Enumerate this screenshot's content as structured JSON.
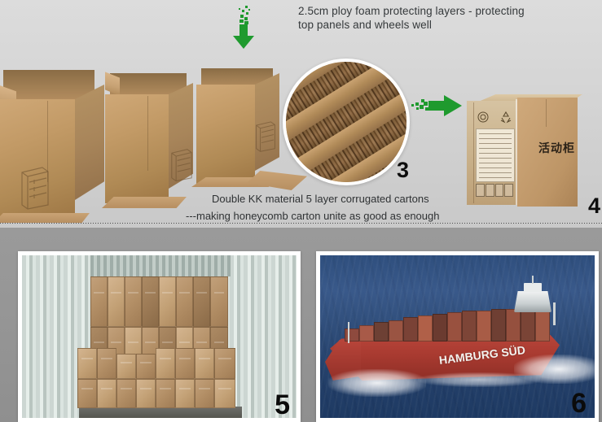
{
  "page": {
    "title": "Packaging and Shipping Process Infographic",
    "background_top": "#d5d5d5",
    "background_bottom": "#959595"
  },
  "top_section": {
    "caption_foam": {
      "line1": "2.5cm ploy foam protecting layers - protecting",
      "line2": "top panels and wheels well"
    },
    "caption_carton": {
      "line1": "Double KK material 5 layer corrugated cartons",
      "line2": "---making honeycomb carton unite as good as enough"
    },
    "arrow_down": {
      "name": "green-down-arrow",
      "color": "#1f9a2e"
    },
    "arrow_right": {
      "name": "green-right-arrow",
      "color": "#1f9a2e"
    },
    "closeup": {
      "name": "corrugated-cardboard-closeup",
      "description": "5 layer corrugated cardboard cross-section",
      "border_color": "#ffffff"
    },
    "open_cartons": {
      "name": "open-cartons-photo",
      "count": 3,
      "description": "Three open kraft cardboard cartons with cabinet print"
    },
    "sealed_carton": {
      "name": "sealed-carton-photo",
      "product_label": "活动柜",
      "description": "Sealed kraft carton with shipping mark and recycle symbol"
    },
    "step_numbers": [
      {
        "label": "3",
        "position": "closeup"
      },
      {
        "label": "4",
        "position": "sealed-carton"
      }
    ]
  },
  "bottom_section": {
    "panels": [
      {
        "name": "container-loading-photo",
        "number": "5",
        "description": "Shipping container fully loaded with stacked cartons"
      },
      {
        "name": "container-ship-photo",
        "number": "6",
        "ship_name": "HAMBURG SÜD",
        "description": "Red container vessel at sea carrying containers"
      }
    ]
  },
  "colors": {
    "green_arrow": "#1f9a2e",
    "carton_kraft": "#c29a66",
    "hull_red": "#a83a30",
    "sea_blue": "#2e4c78",
    "text_dark": "#35393b"
  }
}
